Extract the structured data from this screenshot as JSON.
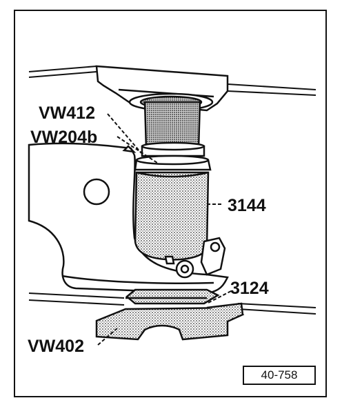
{
  "callouts": {
    "vw412": "VW412",
    "vw204b": "VW204b",
    "t3144": "3144",
    "t3124": "3124",
    "vw402": "VW402"
  },
  "figure_number": "40-758",
  "colors": {
    "ink": "#111111",
    "paper": "#ffffff",
    "stipple": "#9a9a9a"
  }
}
